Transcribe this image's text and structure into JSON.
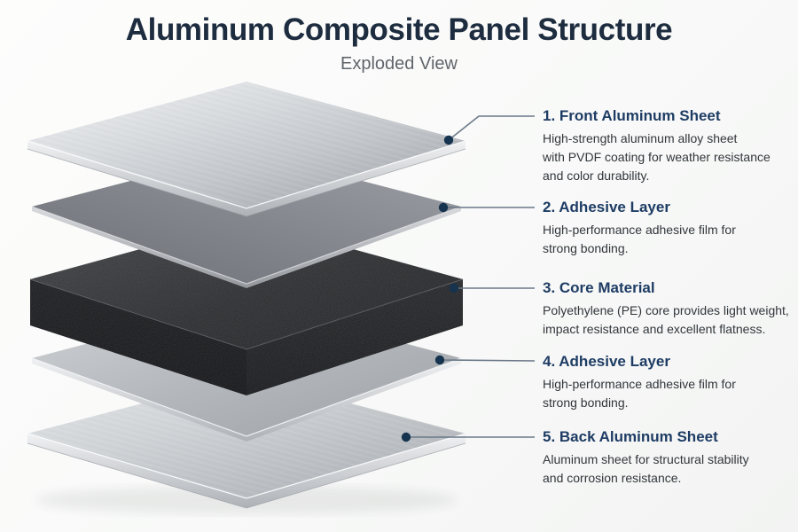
{
  "header": {
    "title": "Aluminum Composite Panel Structure",
    "subtitle": "Exploded View"
  },
  "labels": [
    {
      "heading": "1. Front Aluminum Sheet",
      "description": "High-strength aluminum alloy sheet\nwith PVDF coating for weather resistance\nand color durability."
    },
    {
      "heading": "2. Adhesive Layer",
      "description": "High-performance adhesive film for\nstrong bonding."
    },
    {
      "heading": "3. Core Material",
      "description": "Polyethylene (PE) core provides light weight,\nimpact resistance and excellent flatness."
    },
    {
      "heading": "4. Adhesive Layer",
      "description": "High-performance adhesive film for\nstrong bonding."
    },
    {
      "heading": "5. Back Aluminum Sheet",
      "description": "Aluminum sheet for structural stability\nand corrosion resistance."
    }
  ],
  "layer_names": [
    "front-aluminum-sheet",
    "adhesive-layer-top",
    "core-material",
    "adhesive-layer-bottom",
    "back-aluminum-sheet"
  ],
  "colors": {
    "title_text": "#1d2c3f",
    "subtitle_text": "#61656b",
    "label_heading": "#1e3c64",
    "label_body": "#32363b",
    "leader_line": "#6a7888",
    "leader_dot": "#16344f",
    "aluminum_light": "#e8eaec",
    "aluminum_dark": "#9aa0a6",
    "adhesive_gray": "#83878d",
    "core_black": "#232427",
    "background": "#fbfbfa"
  }
}
